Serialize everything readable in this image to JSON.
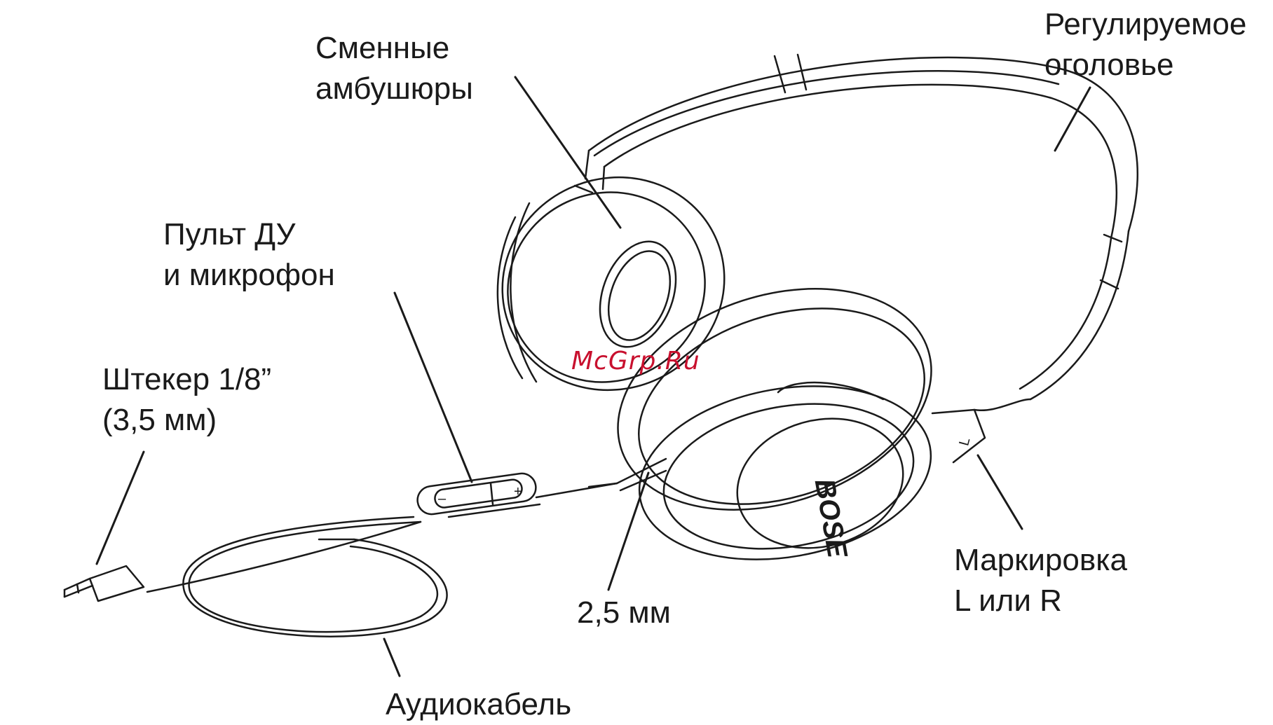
{
  "diagram": {
    "colors": {
      "ink": "#1a1a1a",
      "paper": "#ffffff",
      "watermark": "#c8102e"
    },
    "labels": {
      "ear_cushions": [
        "Сменные",
        "амбушюры"
      ],
      "headband": [
        "Регулируемое",
        "оголовье"
      ],
      "remote_mic": [
        "Пульт ДУ",
        "и микрофон"
      ],
      "plug": [
        "Штекер 1/8”",
        "(3,5  мм)"
      ],
      "jack_size": "2,5 мм",
      "lr_marking": [
        "Маркировка",
        "L или R"
      ],
      "audio_cable": "Аудиокабель"
    },
    "brand_logo_text": "BOSE",
    "side_mark": "L",
    "remote_buttons": {
      "minus": "–",
      "plus": "+"
    },
    "watermark": "McGrp.Ru"
  }
}
